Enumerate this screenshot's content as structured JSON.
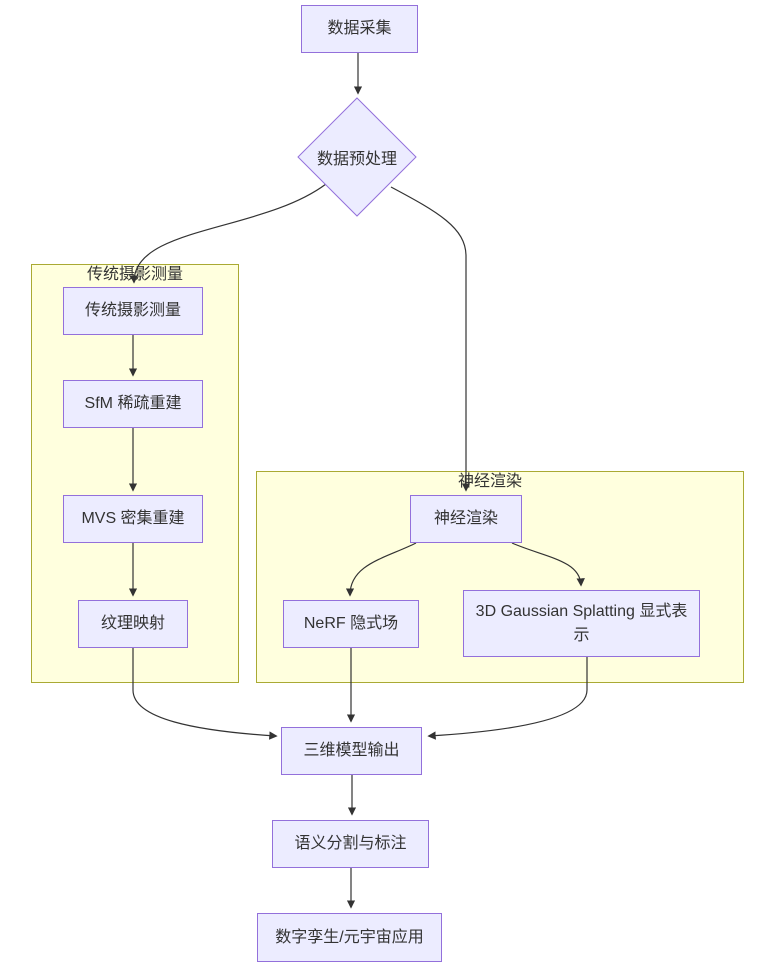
{
  "diagram_type": "flowchart-top-down",
  "nodes": {
    "data_collection": "数据采集",
    "preprocessing": "数据预处理",
    "trad_photogrammetry": "传统摄影测量",
    "sfm": "SfM 稀疏重建",
    "mvs": "MVS 密集重建",
    "texture_mapping": "纹理映射",
    "neural_rendering": "神经渲染",
    "nerf": "NeRF 隐式场",
    "gaussian_splatting": "3D Gaussian Splatting 显式表示",
    "model_output": "三维模型输出",
    "segmentation": "语义分割与标注",
    "application": "数字孪生/元宇宙应用"
  },
  "subgraphs": {
    "left_title": "传统摄影测量",
    "right_title": "神经渲染"
  },
  "edges": [
    {
      "from": "数据采集",
      "to": "数据预处理"
    },
    {
      "from": "数据预处理",
      "to": "传统摄影测量"
    },
    {
      "from": "数据预处理",
      "to": "神经渲染"
    },
    {
      "from": "传统摄影测量",
      "to": "SfM 稀疏重建"
    },
    {
      "from": "SfM 稀疏重建",
      "to": "MVS 密集重建"
    },
    {
      "from": "MVS 密集重建",
      "to": "纹理映射"
    },
    {
      "from": "神经渲染",
      "to": "NeRF 隐式场"
    },
    {
      "from": "神经渲染",
      "to": "3D Gaussian Splatting 显式表示"
    },
    {
      "from": "纹理映射",
      "to": "三维模型输出"
    },
    {
      "from": "NeRF 隐式场",
      "to": "三维模型输出"
    },
    {
      "from": "3D Gaussian Splatting 显式表示",
      "to": "三维模型输出"
    },
    {
      "from": "三维模型输出",
      "to": "语义分割与标注"
    },
    {
      "from": "语义分割与标注",
      "to": "数字孪生/元宇宙应用"
    }
  ],
  "colors": {
    "node_fill": "#ECECFF",
    "node_border": "#9370DB",
    "subgraph_fill": "#FFFFDE",
    "subgraph_border": "#AAAA33",
    "edge": "#333333",
    "text": "#333333",
    "background": "#FFFFFF"
  }
}
